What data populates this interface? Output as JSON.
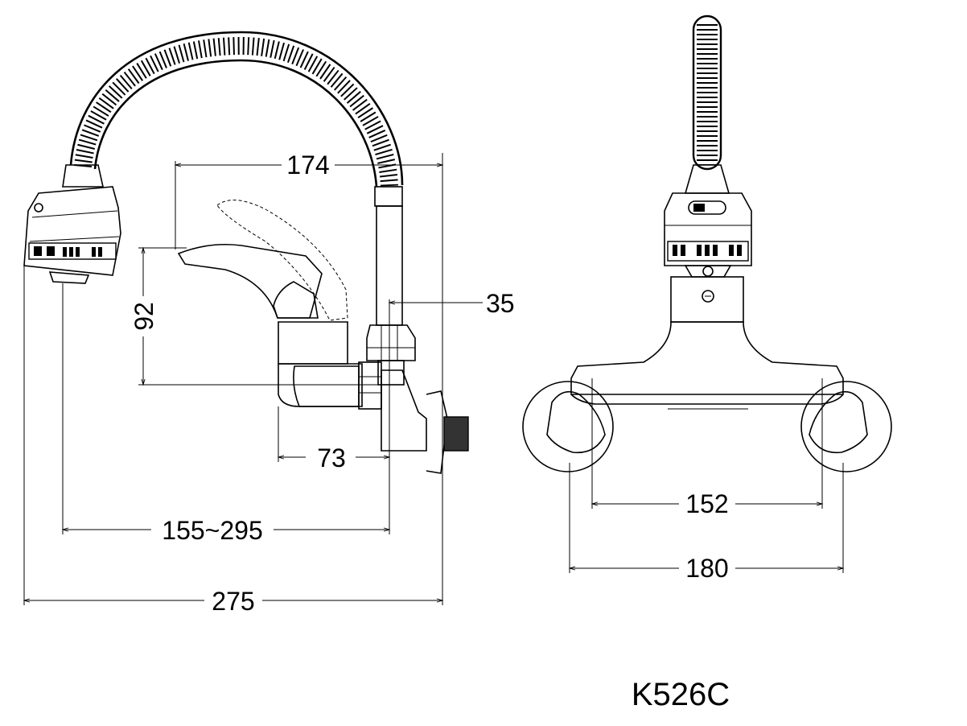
{
  "model": "K526C",
  "side_view": {
    "dims": {
      "width_174": "174",
      "height_92": "92",
      "offset_35": "35",
      "depth_73": "73",
      "reach": "155~295",
      "total_275": "275"
    }
  },
  "front_view": {
    "dims": {
      "centers_152": "152",
      "width_180": "180"
    }
  },
  "colors": {
    "line": "#000000",
    "background": "#ffffff"
  }
}
